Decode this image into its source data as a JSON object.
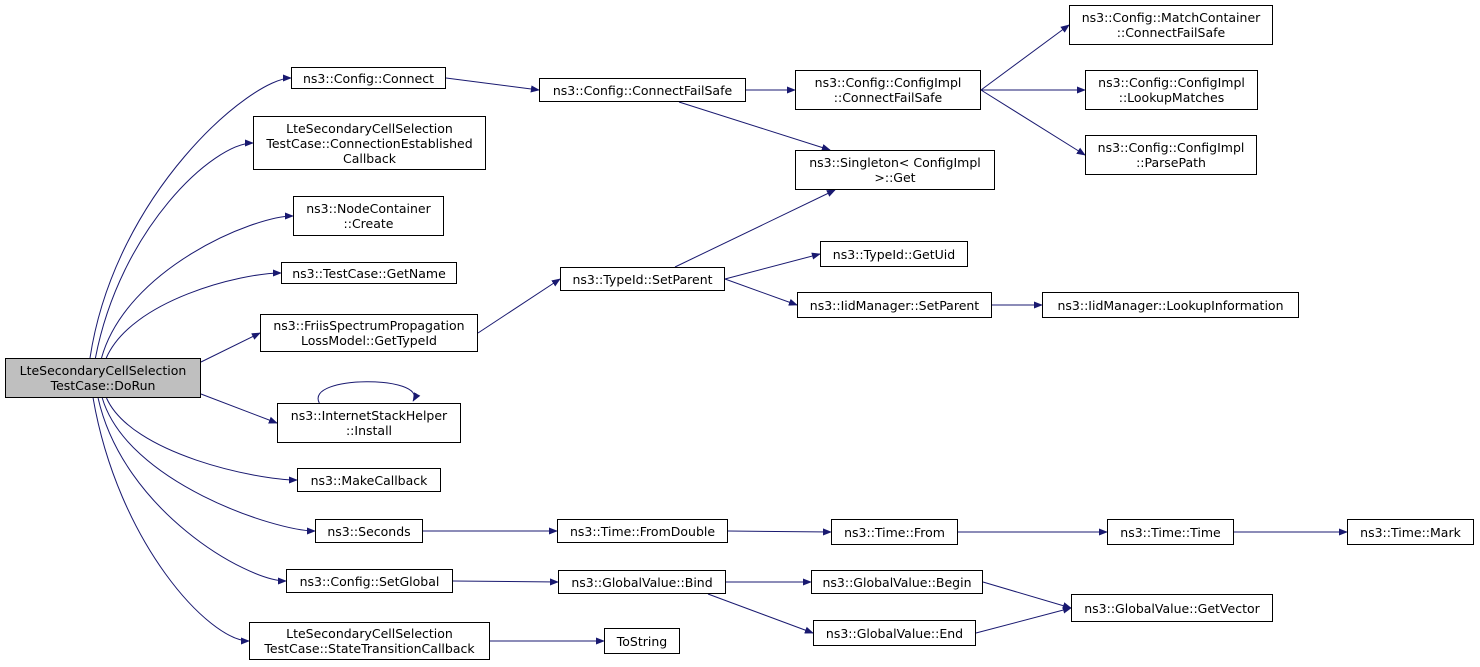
{
  "diagram": {
    "type": "call-graph",
    "colors": {
      "edge": "#191970",
      "root_fill": "#bfbfbf",
      "node_fill": "#ffffff",
      "border": "#000000"
    },
    "nodes": [
      {
        "id": "n0",
        "lines": [
          "LteSecondaryCellSelection",
          "TestCase::DoRun"
        ],
        "root": true
      },
      {
        "id": "n1",
        "lines": [
          "ns3::Config::Connect"
        ]
      },
      {
        "id": "n2",
        "lines": [
          "LteSecondaryCellSelection",
          "TestCase::ConnectionEstablished",
          "Callback"
        ]
      },
      {
        "id": "n3",
        "lines": [
          "ns3::NodeContainer",
          "::Create"
        ]
      },
      {
        "id": "n4",
        "lines": [
          "ns3::TestCase::GetName"
        ]
      },
      {
        "id": "n5",
        "lines": [
          "ns3::FriisSpectrumPropagation",
          "LossModel::GetTypeId"
        ]
      },
      {
        "id": "n6",
        "lines": [
          "ns3::InternetStackHelper",
          "::Install"
        ]
      },
      {
        "id": "n7",
        "lines": [
          "ns3::MakeCallback"
        ]
      },
      {
        "id": "n8",
        "lines": [
          "ns3::Seconds"
        ]
      },
      {
        "id": "n9",
        "lines": [
          "ns3::Config::SetGlobal"
        ]
      },
      {
        "id": "n10",
        "lines": [
          "LteSecondaryCellSelection",
          "TestCase::StateTransitionCallback"
        ]
      },
      {
        "id": "n11",
        "lines": [
          "ns3::Config::ConnectFailSafe"
        ]
      },
      {
        "id": "n12",
        "lines": [
          "ns3::TypeId::SetParent"
        ]
      },
      {
        "id": "n13",
        "lines": [
          "ns3::Time::FromDouble"
        ]
      },
      {
        "id": "n14",
        "lines": [
          "ns3::GlobalValue::Bind"
        ]
      },
      {
        "id": "n15",
        "lines": [
          "ToString"
        ]
      },
      {
        "id": "n16",
        "lines": [
          "ns3::Config::ConfigImpl",
          "::ConnectFailSafe"
        ]
      },
      {
        "id": "n17",
        "lines": [
          "ns3::Singleton< ConfigImpl",
          ">::Get"
        ]
      },
      {
        "id": "n18",
        "lines": [
          "ns3::TypeId::GetUid"
        ]
      },
      {
        "id": "n19",
        "lines": [
          "ns3::IidManager::SetParent"
        ]
      },
      {
        "id": "n20",
        "lines": [
          "ns3::Time::From"
        ]
      },
      {
        "id": "n21",
        "lines": [
          "ns3::GlobalValue::Begin"
        ]
      },
      {
        "id": "n22",
        "lines": [
          "ns3::GlobalValue::End"
        ]
      },
      {
        "id": "n23",
        "lines": [
          "ns3::Config::MatchContainer",
          "::ConnectFailSafe"
        ]
      },
      {
        "id": "n24",
        "lines": [
          "ns3::Config::ConfigImpl",
          "::LookupMatches"
        ]
      },
      {
        "id": "n25",
        "lines": [
          "ns3::Config::ConfigImpl",
          "::ParsePath"
        ]
      },
      {
        "id": "n26",
        "lines": [
          "ns3::IidManager::LookupInformation"
        ]
      },
      {
        "id": "n27",
        "lines": [
          "ns3::Time::Time"
        ]
      },
      {
        "id": "n28",
        "lines": [
          "ns3::GlobalValue::GetVector"
        ]
      },
      {
        "id": "n29",
        "lines": [
          "ns3::Time::Mark"
        ]
      }
    ],
    "edges": [
      [
        "n0",
        "n1"
      ],
      [
        "n0",
        "n2"
      ],
      [
        "n0",
        "n3"
      ],
      [
        "n0",
        "n4"
      ],
      [
        "n0",
        "n5"
      ],
      [
        "n0",
        "n6"
      ],
      [
        "n0",
        "n7"
      ],
      [
        "n0",
        "n8"
      ],
      [
        "n0",
        "n9"
      ],
      [
        "n0",
        "n10"
      ],
      [
        "n1",
        "n11"
      ],
      [
        "n11",
        "n16"
      ],
      [
        "n11",
        "n17"
      ],
      [
        "n16",
        "n23"
      ],
      [
        "n16",
        "n24"
      ],
      [
        "n16",
        "n25"
      ],
      [
        "n5",
        "n12"
      ],
      [
        "n12",
        "n17"
      ],
      [
        "n12",
        "n18"
      ],
      [
        "n12",
        "n19"
      ],
      [
        "n19",
        "n26"
      ],
      [
        "n6",
        "n6"
      ],
      [
        "n8",
        "n13"
      ],
      [
        "n13",
        "n20"
      ],
      [
        "n20",
        "n27"
      ],
      [
        "n27",
        "n29"
      ],
      [
        "n9",
        "n14"
      ],
      [
        "n14",
        "n21"
      ],
      [
        "n14",
        "n22"
      ],
      [
        "n21",
        "n28"
      ],
      [
        "n22",
        "n28"
      ],
      [
        "n10",
        "n15"
      ]
    ]
  }
}
